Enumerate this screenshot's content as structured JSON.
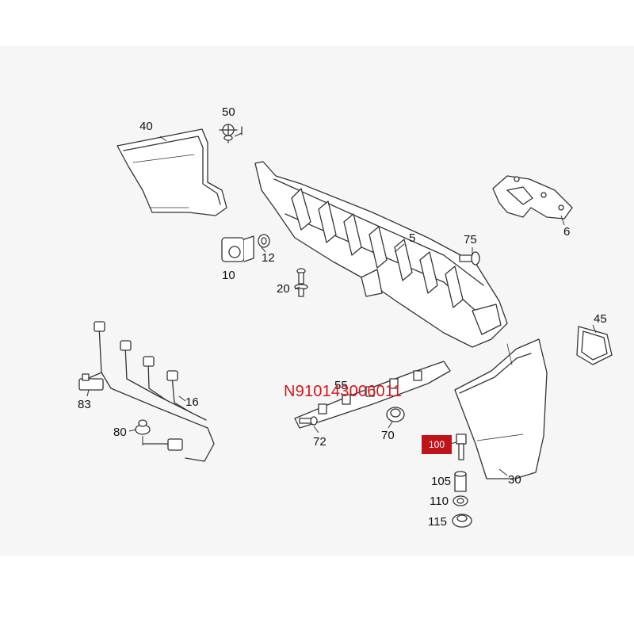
{
  "overlay": {
    "part_number": "N910143006011"
  },
  "highlight": {
    "label": "100",
    "color": "#c0141b"
  },
  "callouts": {
    "p40": "40",
    "p50": "50",
    "p10": "10",
    "p12": "12",
    "p20": "20",
    "p5": "5",
    "p75": "75",
    "p6": "6",
    "p45": "45",
    "p83": "83",
    "p16": "16",
    "p80": "80",
    "p55": "55",
    "p72": "72",
    "p70": "70",
    "p30": "30",
    "p105": "105",
    "p110": "110",
    "p115": "115"
  },
  "colors": {
    "panel": "#f6f6f6",
    "line": "#333333",
    "part_fill": "#ffffff",
    "overlay_text": "#d8141b"
  }
}
